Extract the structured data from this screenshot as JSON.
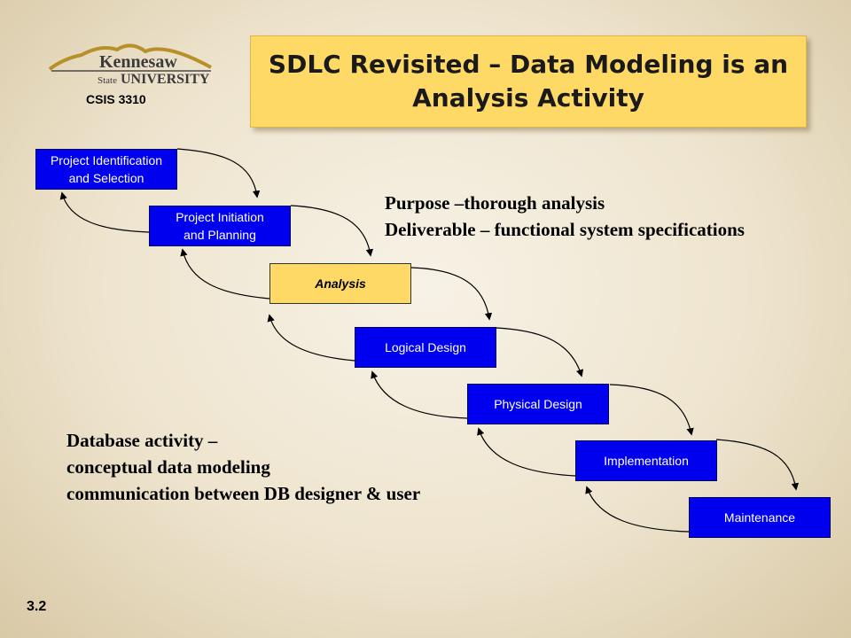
{
  "logo": {
    "line1": "Kennesaw",
    "line2": "State",
    "line3": "UNIVERSITY"
  },
  "course": "CSIS 3310",
  "title": {
    "line1": "SDLC Revisited – Data Modeling is an",
    "line2": "Analysis Activity"
  },
  "steps": [
    {
      "line1": "Project Identification",
      "line2": "and Selection"
    },
    {
      "line1": "Project Initiation",
      "line2": "and Planning"
    },
    {
      "line1": "Analysis",
      "line2": ""
    },
    {
      "line1": "Logical Design",
      "line2": ""
    },
    {
      "line1": "Physical Design",
      "line2": ""
    },
    {
      "line1": "Implementation",
      "line2": ""
    },
    {
      "line1": "Maintenance",
      "line2": ""
    }
  ],
  "purpose": {
    "line1": "Purpose –thorough analysis",
    "line2": "Deliverable – functional system specifications"
  },
  "database": {
    "line1": "Database activity –",
    "line2": "conceptual data modeling",
    "line3": "communication between DB designer & user"
  },
  "slide_number": "3.2",
  "colors": {
    "step_fill": "#0000ee",
    "highlight_fill": "#ffd966",
    "text": "#000000"
  }
}
